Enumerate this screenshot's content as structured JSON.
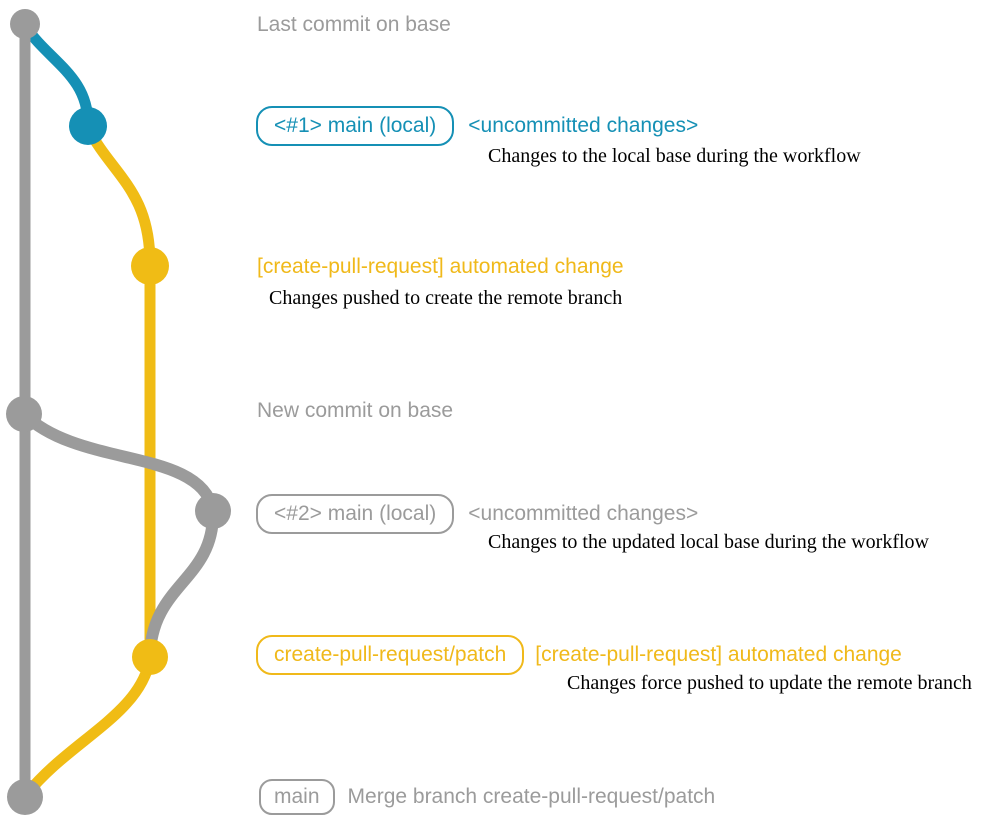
{
  "colors": {
    "branch_gray": "#9B9B9B",
    "branch_teal": "#1590B5",
    "branch_yellow": "#F0BC15",
    "detail_black": "#000000",
    "background": "#FFFFFF"
  },
  "graph": {
    "nodes": [
      {
        "name": "commit-node-base-1",
        "color": "gray",
        "meaning": "Last commit on base"
      },
      {
        "name": "commit-node-local-1",
        "color": "teal",
        "meaning": "<#1> main (local)"
      },
      {
        "name": "commit-node-patch-1",
        "color": "yellow",
        "meaning": "[create-pull-request] automated change"
      },
      {
        "name": "commit-node-base-2",
        "color": "gray",
        "meaning": "New commit on base"
      },
      {
        "name": "commit-node-local-2",
        "color": "gray",
        "meaning": "<#2> main (local)"
      },
      {
        "name": "commit-node-patch-2",
        "color": "yellow",
        "meaning": "create-pull-request/patch"
      },
      {
        "name": "commit-node-merge",
        "color": "gray",
        "meaning": "Merge branch create-pull-request/patch"
      }
    ]
  },
  "annotations": {
    "last_commit_heading": "Last commit on base",
    "row1": {
      "badge": "<#1> main (local)",
      "note": "<uncommitted changes>",
      "detail": "Changes to the local base during the workflow"
    },
    "row2": {
      "label": "[create-pull-request] automated change",
      "detail": "Changes pushed to create the remote branch"
    },
    "new_commit_heading": "New commit on base",
    "row4": {
      "badge": "<#2> main (local)",
      "note": "<uncommitted changes>",
      "detail": "Changes to the updated local base during the workflow"
    },
    "row5": {
      "badge": "create-pull-request/patch",
      "label": "[create-pull-request] automated change",
      "detail": "Changes force pushed to update the remote branch"
    },
    "row6": {
      "badge": "main",
      "label": "Merge branch create-pull-request/patch"
    }
  }
}
